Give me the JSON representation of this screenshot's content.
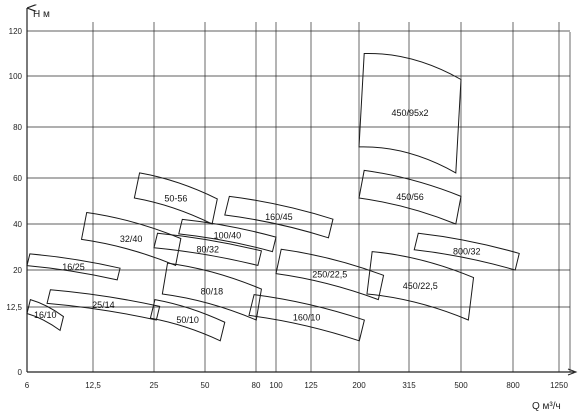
{
  "chart_data": {
    "type": "area",
    "title": "",
    "xlabel": "Q м³/ч",
    "ylabel": "Н м",
    "x_scale": "nonlinear (tick positions as printed, log-like)",
    "y_scale": "nonlinear (tick positions as printed)",
    "x_ticks": [
      "6",
      "12,5",
      "25",
      "50",
      "80",
      "100",
      "125",
      "200",
      "315",
      "500",
      "800",
      "1250"
    ],
    "y_ticks": [
      "0",
      "12,5",
      "20",
      "40",
      "60",
      "80",
      "100",
      "120"
    ],
    "grid": true,
    "legend": "none",
    "regions": [
      {
        "name": "16/10",
        "q": [
          6,
          9
        ],
        "h": [
          8,
          14
        ]
      },
      {
        "name": "16/25",
        "q": [
          6,
          17
        ],
        "h": [
          18,
          27
        ]
      },
      {
        "name": "25/14",
        "q": [
          7.5,
          27
        ],
        "h": [
          10,
          16
        ]
      },
      {
        "name": "32/40",
        "q": [
          11,
          36
        ],
        "h": [
          22,
          45
        ]
      },
      {
        "name": "50-56",
        "q": [
          20,
          56
        ],
        "h": [
          40,
          62
        ]
      },
      {
        "name": "50/10",
        "q": [
          24,
          60
        ],
        "h": [
          6,
          14
        ]
      },
      {
        "name": "80/18",
        "q": [
          28,
          85
        ],
        "h": [
          10,
          23
        ]
      },
      {
        "name": "80/32",
        "q": [
          25,
          85
        ],
        "h": [
          22,
          36
        ]
      },
      {
        "name": "100/40",
        "q": [
          35,
          100
        ],
        "h": [
          28,
          42
        ]
      },
      {
        "name": "160/45",
        "q": [
          60,
          155
        ],
        "h": [
          34,
          52
        ]
      },
      {
        "name": "160/10",
        "q": [
          75,
          210
        ],
        "h": [
          6,
          15
        ]
      },
      {
        "name": "250/22,5",
        "q": [
          100,
          250
        ],
        "h": [
          14,
          29
        ]
      },
      {
        "name": "450/22,5",
        "q": [
          215,
          560
        ],
        "h": [
          10,
          28
        ]
      },
      {
        "name": "450/56",
        "q": [
          200,
          500
        ],
        "h": [
          40,
          63
        ]
      },
      {
        "name": "800/32",
        "q": [
          330,
          850
        ],
        "h": [
          20,
          36
        ]
      },
      {
        "name": "450/95x2",
        "q": [
          200,
          500
        ],
        "h": [
          62,
          110
        ]
      }
    ]
  }
}
